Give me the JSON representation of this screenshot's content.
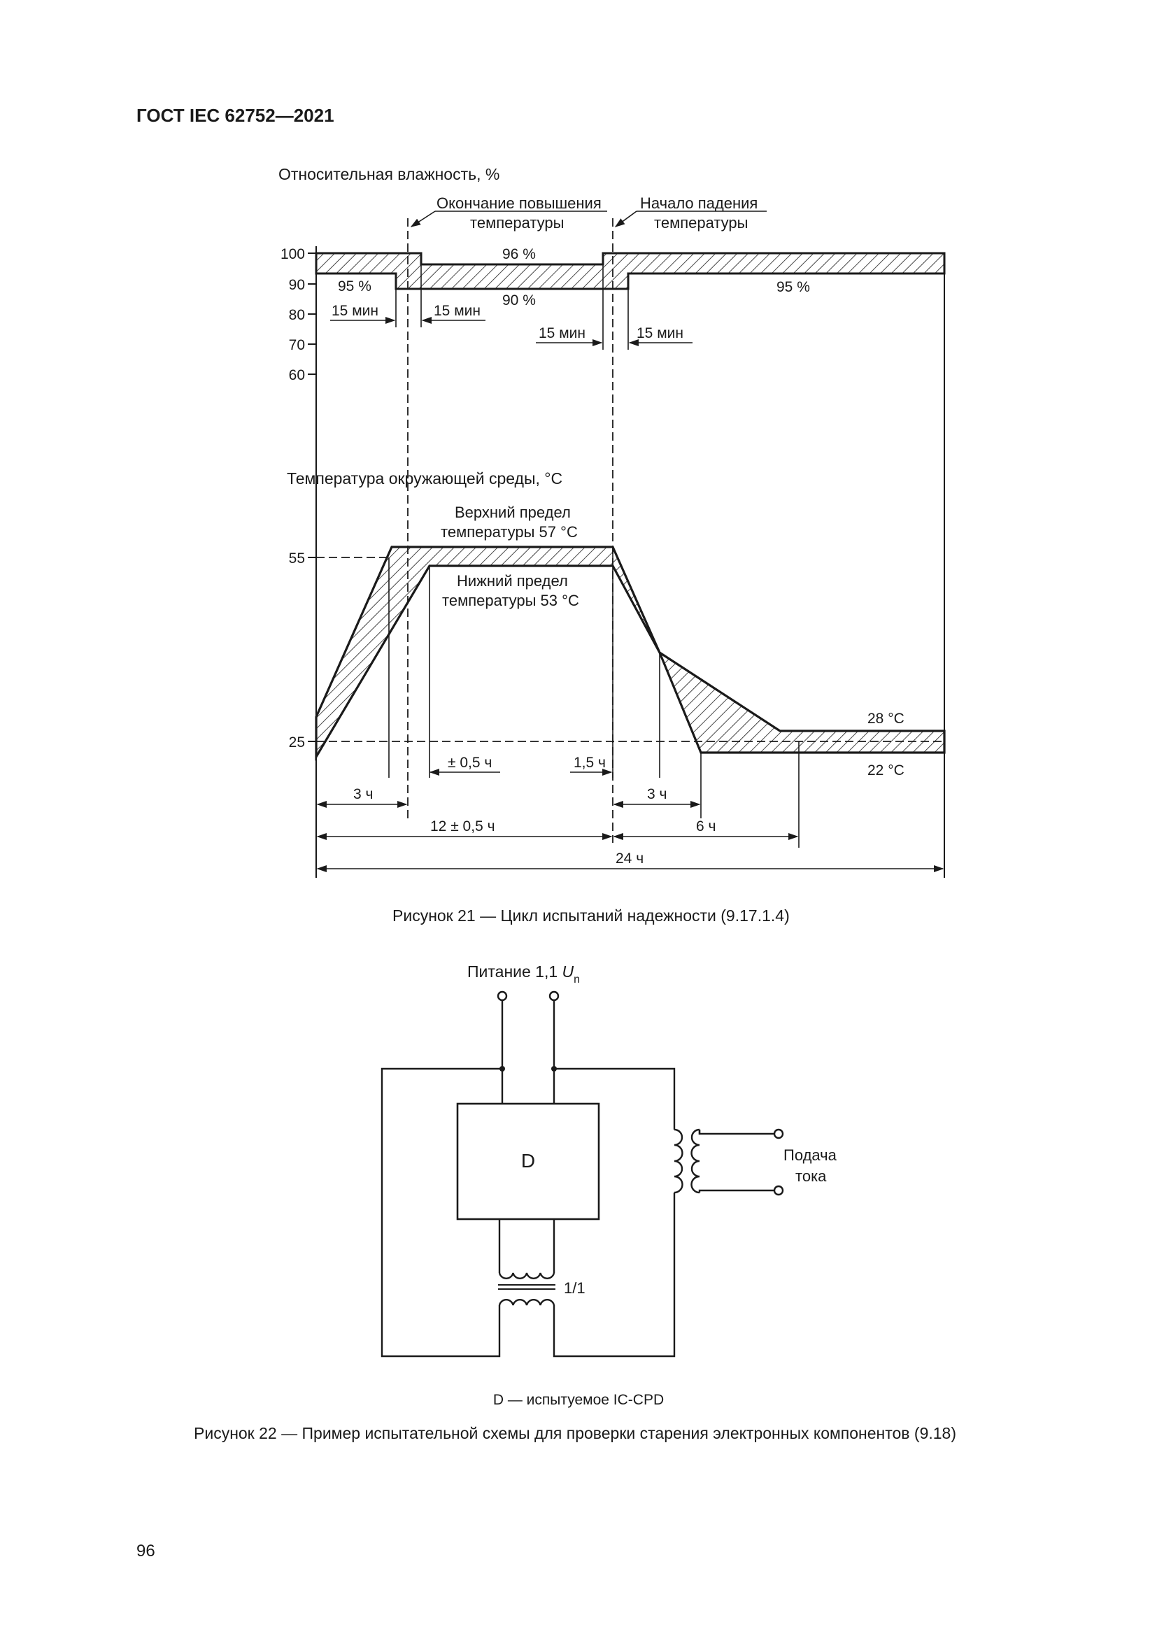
{
  "header": "ГОСТ IEC 62752—2021",
  "page_number": "96",
  "figure21": {
    "caption": "Рисунок 21 — Цикл испытаний надежности (9.17.1.4)",
    "humidity_axis_label": "Относительная влажность, %",
    "temperature_axis_label": "Температура окружающей среды, °C",
    "humidity_ticks": [
      "100",
      "90",
      "80",
      "70",
      "60"
    ],
    "temperature_ticks": [
      "55",
      "25"
    ],
    "annotations": {
      "end_of_rise_1": "Окончание повышения",
      "end_of_rise_2": "температуры",
      "start_of_fall_1": "Начало падения",
      "start_of_fall_2": "температуры",
      "rh_95_left": "95 %",
      "rh_96": "96 %",
      "rh_90": "90 %",
      "rh_95_right": "95 %",
      "min15_a": "15 мин",
      "min15_b": "15 мин",
      "min15_c": "15 мин",
      "min15_d": "15 мин",
      "upper_limit_1": "Верхний предел",
      "upper_limit_2": "температуры 57 °C",
      "lower_limit_1": "Нижний предел",
      "lower_limit_2": "температуры 53 °C",
      "t28": "28 °C",
      "t22": "22 °C",
      "pm05h": "± 0,5 ч",
      "h15": "1,5 ч",
      "h3_left": "3 ч",
      "h3_right": "3 ч",
      "h12": "12 ± 0,5 ч",
      "h6": "6 ч",
      "h24": "24 ч"
    }
  },
  "figure22": {
    "caption": "Рисунок 22 — Пример испытательной схемы для проверки старения электронных компонентов (9.18)",
    "supply_label": "Питание 1,1 ",
    "supply_symbol": "U",
    "supply_subscript": "n",
    "device_label": "D",
    "current_feed_1": "Подача",
    "current_feed_2": "тока",
    "ratio": "1/1",
    "legend": "D — испытуемое IC-CPD"
  }
}
